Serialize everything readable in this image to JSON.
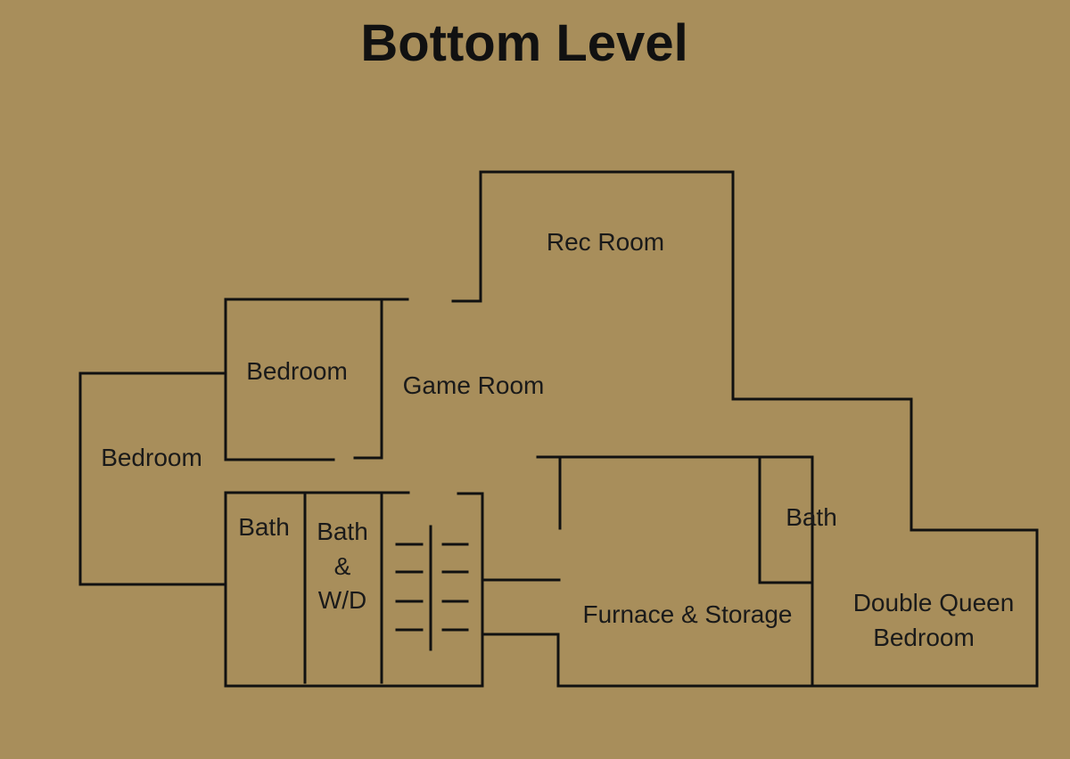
{
  "title": "Bottom Level",
  "colors": {
    "background": "#a88e5b",
    "walls": "#111111",
    "text": "#1a1a1a"
  },
  "rooms": {
    "rec_room": "Rec Room",
    "bedroom_upper": "Bedroom",
    "game_room": "Game Room",
    "bedroom_left": "Bedroom",
    "bath_1": "Bath",
    "bath_wd_line1": "Bath",
    "bath_wd_line2": "&",
    "bath_wd_line3": "W/D",
    "bath_2": "Bath",
    "furnace_storage": "Furnace & Storage",
    "double_queen_line1": "Double Queen",
    "double_queen_line2": "Bedroom"
  }
}
